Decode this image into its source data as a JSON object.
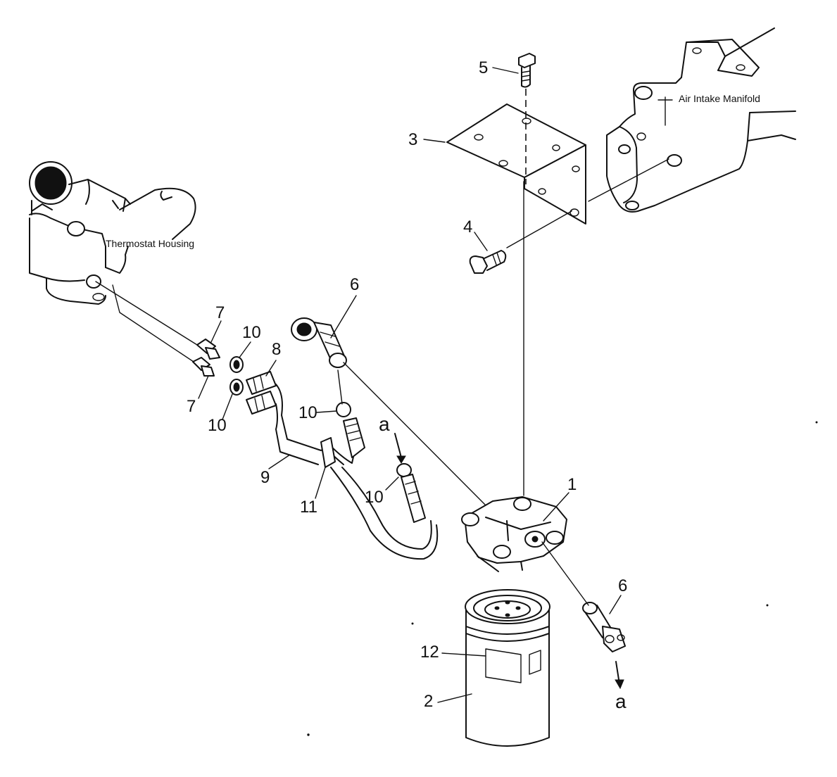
{
  "annotations": {
    "thermostat_housing": "Thermostat Housing",
    "air_intake_manifold": "Air Intake Manifold"
  },
  "callouts": {
    "p1": "1",
    "p2": "2",
    "p3": "3",
    "p4": "4",
    "p5": "5",
    "p6_top": "6",
    "p6_bottom": "6",
    "p7_top": "7",
    "p7_bottom": "7",
    "p8": "8",
    "p9": "9",
    "p10_a": "10",
    "p10_b": "10",
    "p10_c": "10",
    "p10_d": "10",
    "p11": "11",
    "p12": "12"
  },
  "connection_marks": {
    "a_top": "a",
    "a_bottom": "a"
  },
  "colors": {
    "ink": "#111111",
    "paper": "#ffffff"
  }
}
